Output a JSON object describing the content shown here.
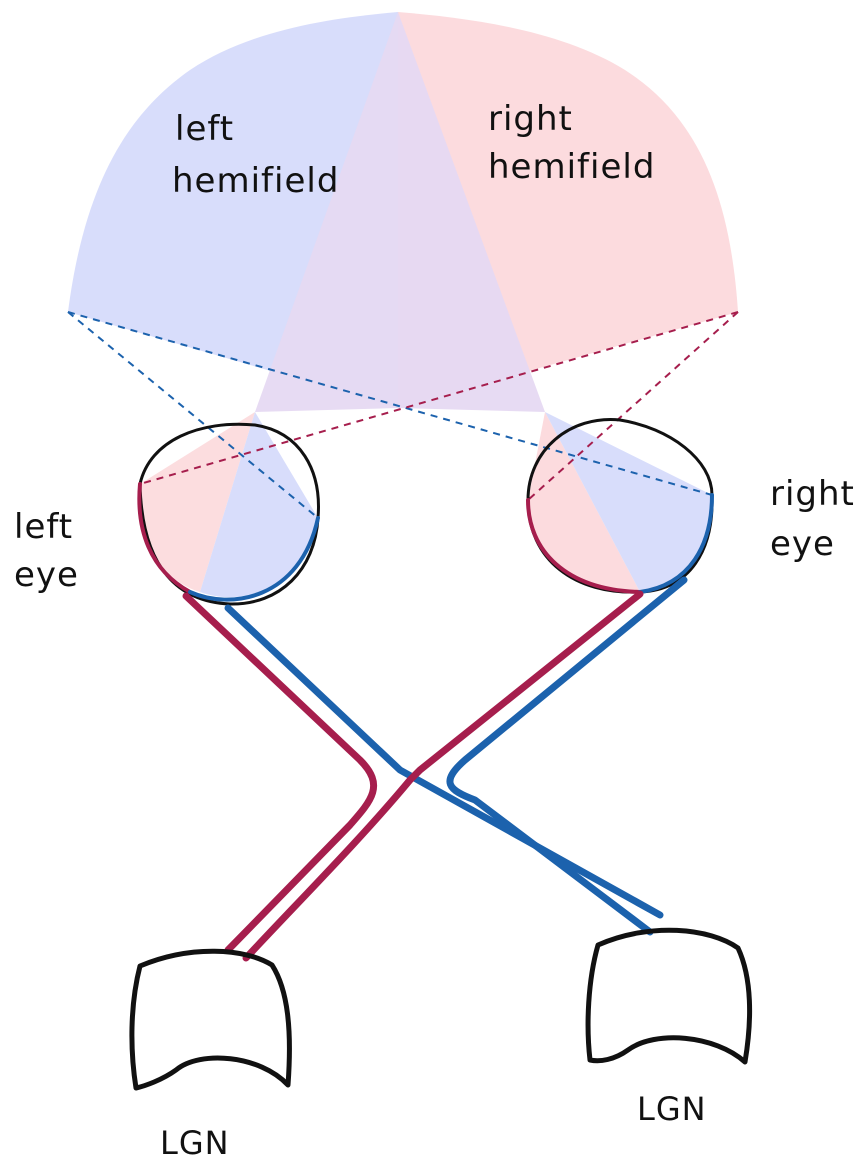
{
  "labels": {
    "left_hemifield": [
      "left",
      "hemifield"
    ],
    "right_hemifield": [
      "right",
      "hemifield"
    ],
    "left_eye": [
      "left",
      "eye"
    ],
    "right_eye": [
      "right",
      "eye"
    ],
    "lgn_left": "LGN",
    "lgn_right": "LGN"
  },
  "colors": {
    "left_field_fill": "#d6dbfb",
    "right_field_fill": "#fcd9dc",
    "overlap_fill": "#e6d9f2",
    "left_pathway": "#1c62ad",
    "right_pathway": "#a61e4d",
    "outline": "#111111"
  }
}
